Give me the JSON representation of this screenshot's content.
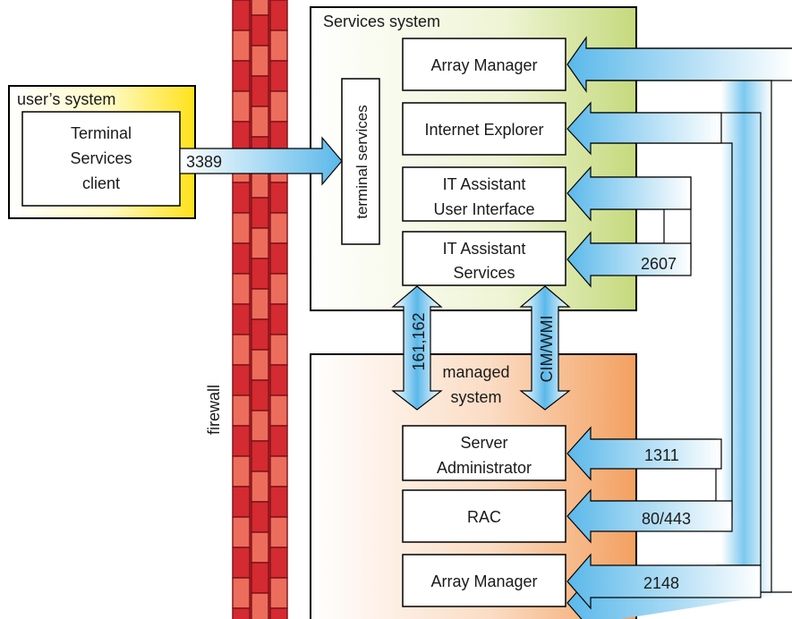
{
  "users_system": {
    "title": "user’s system",
    "client_line1": "Terminal",
    "client_line2": "Services",
    "client_line3": "client"
  },
  "firewall": {
    "label": "firewall"
  },
  "services_system": {
    "title": "Services system",
    "terminal_services": "terminal services",
    "array_manager": "Array Manager",
    "internet_explorer": "Internet Explorer",
    "ita_ui_line1": "IT Assistant",
    "ita_ui_line2": "User Interface",
    "ita_services_line1": "IT Assistant",
    "ita_services_line2": "Services"
  },
  "managed_system": {
    "title_line1": "managed",
    "title_line2": "system",
    "server_admin_line1": "Server",
    "server_admin_line2": "Administrator",
    "rac": "RAC",
    "array_manager": "Array Manager"
  },
  "ports": {
    "p3389": "3389",
    "p161": "161,162",
    "cim": "CIM/WMI",
    "p2607": "2607",
    "p1311": "1311",
    "p80": "80/443",
    "p2148": "2148"
  },
  "colors": {
    "users_system_fill": "#fff15a",
    "services_system_fill": "#dbe7a6",
    "managed_system_fill": "#f6b27d",
    "firewall_brick_dark": "#d42a32",
    "firewall_brick_light": "#ec6d5c",
    "arrow_blue": "#5ab8ea"
  }
}
